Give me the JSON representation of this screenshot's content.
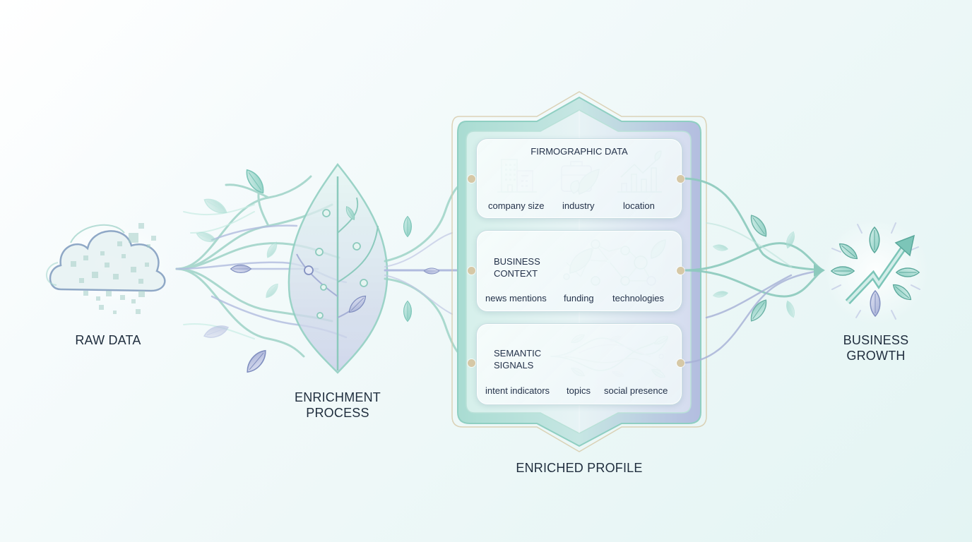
{
  "diagram": {
    "stages": [
      {
        "id": "raw",
        "label": "RAW DATA",
        "icon": "pixelated-cloud-icon"
      },
      {
        "id": "enrich",
        "label_line1": "ENRICHMENT",
        "label_line2": "PROCESS",
        "icon": "leaf-network-icon"
      },
      {
        "id": "profile",
        "label": "ENRICHED PROFILE",
        "icon": "shield-icon"
      },
      {
        "id": "growth",
        "label_line1": "BUSINESS",
        "label_line2": "GROWTH",
        "icon": "growth-arrow-leaves-icon"
      }
    ],
    "profile_cards": [
      {
        "title": "FIRMOGRAPHIC DATA",
        "icons": [
          "building-icon",
          "briefcase-leaf-icon",
          "bar-chart-leaf-icon"
        ],
        "items": [
          "company size",
          "industry",
          "location"
        ]
      },
      {
        "title_line1": "BUSINESS",
        "title_line2": "CONTEXT",
        "icons": [
          "network-graph-icon"
        ],
        "items": [
          "news mentions",
          "funding",
          "technologies"
        ]
      },
      {
        "title_line1": "SEMANTIC",
        "title_line2": "SIGNALS",
        "icons": [
          "branching-vines-icon"
        ],
        "items": [
          "intent indicators",
          "topics",
          "social presence"
        ]
      }
    ],
    "colors": {
      "teal": "#7cc5b8",
      "teal_dark": "#5aa89b",
      "lavender": "#a9b4d8",
      "lavender_dark": "#8290c0",
      "gold": "#d6c8a6",
      "text": "#1f2d3d"
    }
  }
}
